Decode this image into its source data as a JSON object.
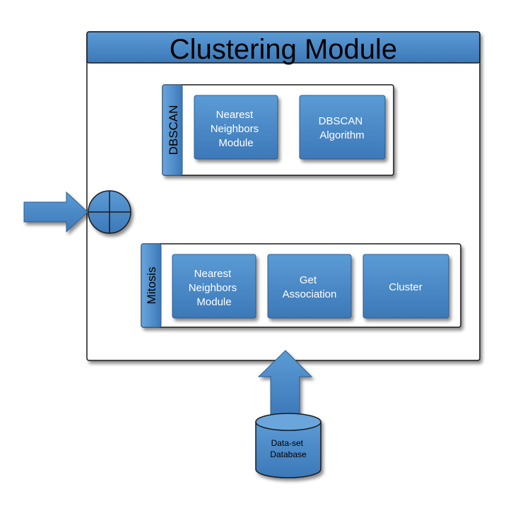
{
  "module": {
    "title": "Clustering Module"
  },
  "dbscan": {
    "label": "DBSCAN",
    "blocks": {
      "nearest_neighbors": [
        "Nearest",
        "Neighbors",
        "Module"
      ],
      "algorithm": [
        "DBSCAN",
        "Algorithm"
      ]
    }
  },
  "mitosis": {
    "label": "Mitosis",
    "blocks": {
      "nearest_neighbors": [
        "Nearest",
        "Neighbors",
        "Module"
      ],
      "get_association": [
        "Get",
        "Association"
      ],
      "cluster": [
        "Cluster"
      ]
    }
  },
  "database": {
    "label": [
      "Data-set",
      "Database"
    ]
  },
  "colors": {
    "block_fill": "#3f7fc0",
    "block_fill_light": "#5b9bd5",
    "block_stroke": "#2e5d8e",
    "frame_stroke": "#1a1a1a",
    "shadow": "#9a9a9a"
  }
}
